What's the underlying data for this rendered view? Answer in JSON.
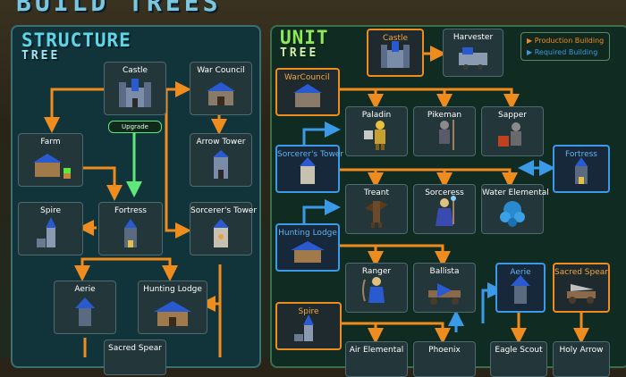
{
  "banner": "BUILD TREES",
  "structure_panel": {
    "title": "STRUCTURE",
    "subtitle": "TREE"
  },
  "unit_panel": {
    "title": "UNIT",
    "subtitle": "TREE"
  },
  "legend": {
    "production": "▶ Production Building",
    "required": "▶ Required Building"
  },
  "colors": {
    "production_arrow": "#f08c1e",
    "required_arrow": "#3a9ae8",
    "upgrade_arrow": "#5ee87a"
  },
  "structure_nodes": {
    "castle": "Castle",
    "war_council": "War Council",
    "upgrade": "Upgrade",
    "farm": "Farm",
    "arrow_tower": "Arrow Tower",
    "spire": "Spire",
    "fortress": "Fortress",
    "sorcerers_tower": "Sorcerer's Tower",
    "aerie": "Aerie",
    "hunting_lodge": "Hunting Lodge",
    "sacred_spear": "Sacred Spear"
  },
  "unit_nodes": {
    "castle": "Castle",
    "harvester": "Harvester",
    "war_council": "WarCouncil",
    "paladin": "Paladin",
    "pikeman": "Pikeman",
    "sapper": "Sapper",
    "sorcerers_tower": "Sorcerer's Tower",
    "fortress": "Fortress",
    "treant": "Treant",
    "sorceress": "Sorceress",
    "water_elemental": "Water Elemental",
    "hunting_lodge": "Hunting Lodge",
    "ranger": "Ranger",
    "ballista": "Ballista",
    "aerie": "Aerie",
    "sacred_spear": "Sacred Spear",
    "spire": "Spire",
    "air_elemental": "Air Elemental",
    "phoenix": "Phoenix",
    "eagle_scout": "Eagle Scout",
    "holy_arrow": "Holy Arrow"
  }
}
